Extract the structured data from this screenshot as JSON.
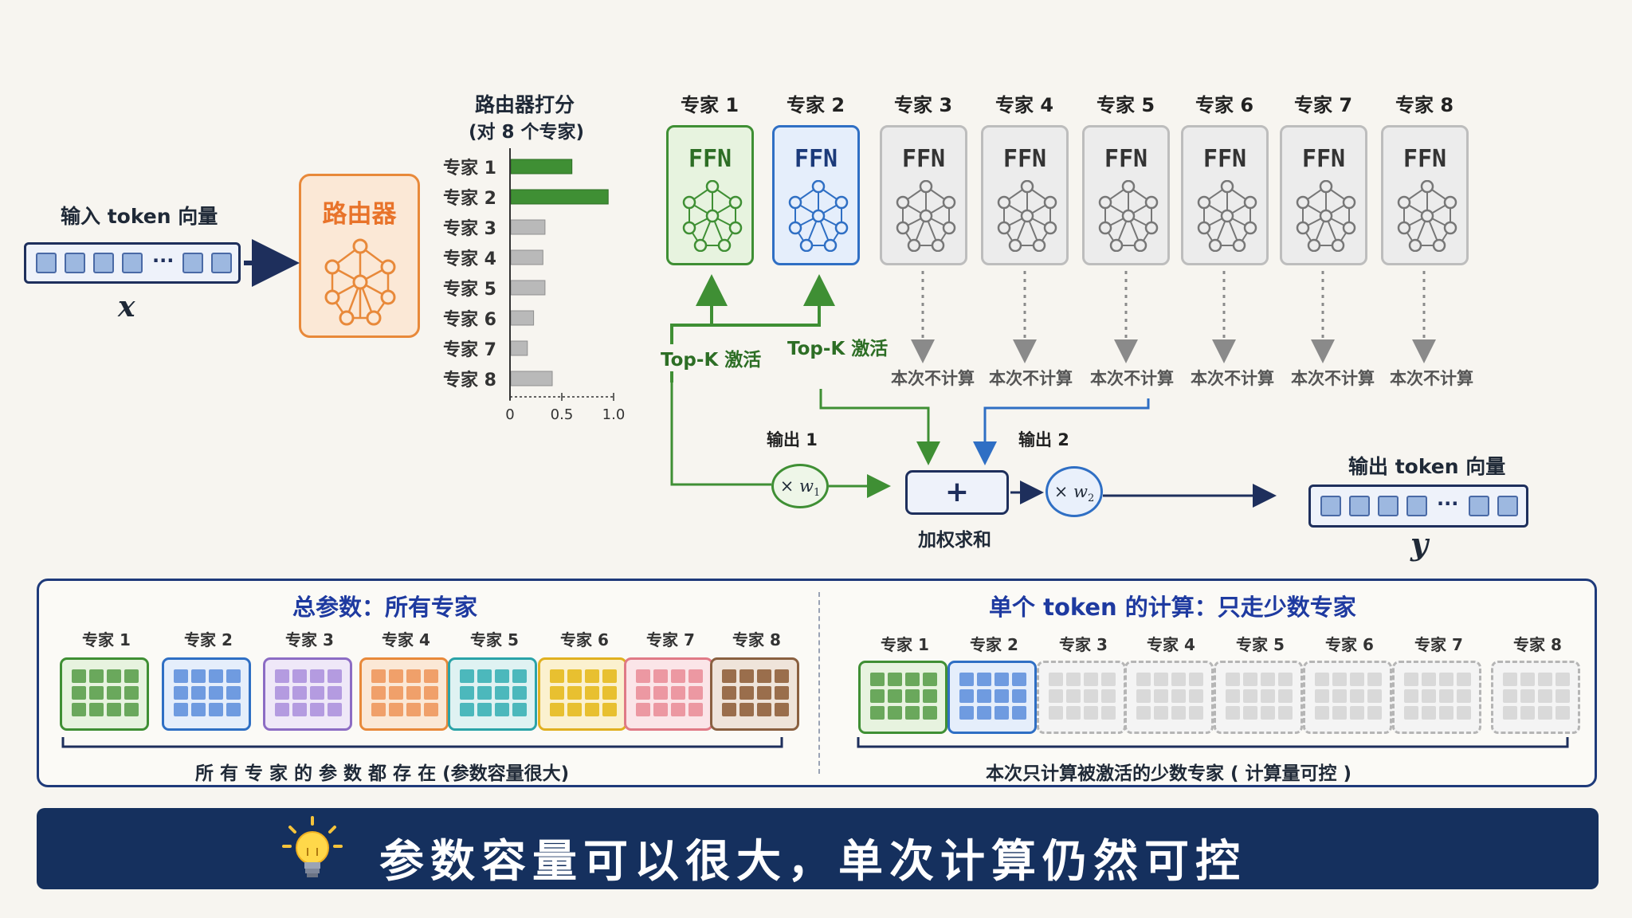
{
  "input": {
    "title": "输入 token 向量",
    "var": "x"
  },
  "router": {
    "label": "路由器"
  },
  "scores": {
    "title_line1": "路由器打分",
    "title_line2": "(对 8 个专家)",
    "ticks": [
      "0",
      "0.5",
      "1.0"
    ]
  },
  "chart_data": {
    "type": "bar",
    "orientation": "horizontal",
    "categories": [
      "专家 1",
      "专家 2",
      "专家 3",
      "专家 4",
      "专家 5",
      "专家 6",
      "专家 7",
      "专家 8"
    ],
    "values": [
      0.59,
      0.94,
      0.33,
      0.31,
      0.33,
      0.22,
      0.16,
      0.4
    ],
    "highlight": [
      true,
      true,
      false,
      false,
      false,
      false,
      false,
      false
    ],
    "xlim": [
      0,
      1.0
    ],
    "colors": {
      "active": "#3f8f34",
      "inactive": "#b9b9b9"
    }
  },
  "experts": {
    "names": [
      "专家 1",
      "专家 2",
      "专家 3",
      "专家 4",
      "专家 5",
      "专家 6",
      "专家 7",
      "专家 8"
    ],
    "ffn": "FFN",
    "skip": "本次不计算"
  },
  "flow": {
    "topk_left": "Top-K 激活",
    "topk_right": "Top-K 激活",
    "out1": "输出 1",
    "out2": "输出 2",
    "w1_x": "× ",
    "w1_sym": "w",
    "w1_sub": "1",
    "w2_x": "× ",
    "w2_sym": "w",
    "w2_sub": "2",
    "plus": "+",
    "sum_label": "加权求和"
  },
  "output": {
    "title": "输出 token 向量",
    "var": "y"
  },
  "panel": {
    "left_title": "总参数：所有专家",
    "right_title": "单个 token 的计算：只走少数专家",
    "left_names": [
      "专家 1",
      "专家 2",
      "专家 3",
      "专家 4",
      "专家 5",
      "专家 6",
      "专家 7",
      "专家 8"
    ],
    "right_names": [
      "专家 1",
      "专家 2",
      "专家 3",
      "专家 4",
      "专家 5",
      "专家 6",
      "专家 7",
      "专家 8"
    ],
    "left_caption": "所 有 专 家 的 参 数 都 存 在 (参数容量很大)",
    "right_caption": "本次只计算被激活的少数专家 ( 计算量可控 )"
  },
  "banner": {
    "text": "参数容量可以很大，单次计算仍然可控"
  },
  "colors": {
    "navy": "#15305e",
    "green": "#3f8f34",
    "blue": "#2f6fc4",
    "orange": "#e8893a",
    "grey": "#bdbdbd"
  }
}
